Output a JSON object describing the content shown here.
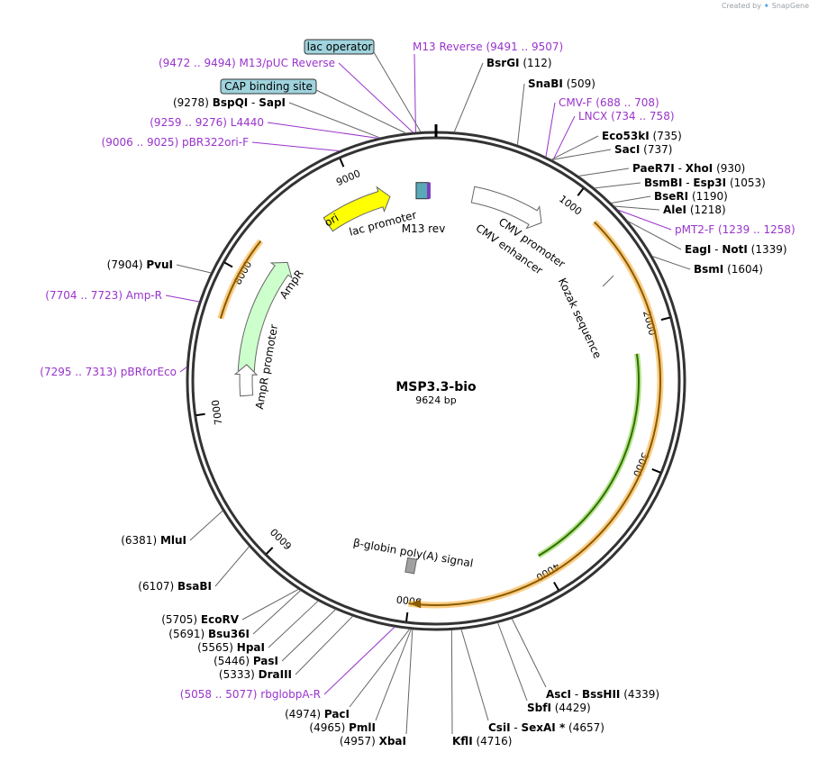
{
  "credit": {
    "prefix": "Created by",
    "brand": "SnapGene"
  },
  "plasmid": {
    "name": "MSP3.3-bio",
    "size_label": "9624 bp",
    "length": 9624
  },
  "ticks": [
    {
      "pos": 1000,
      "label": "1000"
    },
    {
      "pos": 2000,
      "label": "2000"
    },
    {
      "pos": 3000,
      "label": "3000"
    },
    {
      "pos": 4000,
      "label": "4000"
    },
    {
      "pos": 5000,
      "label": "5000"
    },
    {
      "pos": 6000,
      "label": "6000"
    },
    {
      "pos": 7000,
      "label": "7000"
    },
    {
      "pos": 8000,
      "label": "8000"
    },
    {
      "pos": 9000,
      "label": "9000"
    }
  ],
  "right_labels": [
    {
      "enzymes": [
        "BsrGI"
      ],
      "pos": "(112)",
      "site": 112
    },
    {
      "enzymes": [
        "SnaBI"
      ],
      "pos": "(509)",
      "site": 509
    },
    {
      "primer": true,
      "name": "CMV-F",
      "range": "(688 .. 708)",
      "site": 698
    },
    {
      "primer": true,
      "name": "LNCX",
      "range": "(734 .. 758)",
      "site": 746
    },
    {
      "enzymes": [
        "Eco53kI"
      ],
      "pos": "(735)",
      "site": 735
    },
    {
      "enzymes": [
        "SacI"
      ],
      "pos": "(737)",
      "site": 737
    },
    {
      "enzymes": [
        "PaeR7I",
        "XhoI"
      ],
      "pos": "(930)",
      "site": 930
    },
    {
      "enzymes": [
        "BsmBI",
        "Esp3I"
      ],
      "pos": "(1053)",
      "site": 1053
    },
    {
      "enzymes": [
        "BseRI"
      ],
      "pos": "(1190)",
      "site": 1190
    },
    {
      "enzymes": [
        "AleI"
      ],
      "pos": "(1218)",
      "site": 1218
    },
    {
      "primer": true,
      "name": "pMT2-F",
      "range": "(1239 .. 1258)",
      "site": 1248
    },
    {
      "enzymes": [
        "EagI",
        "NotI"
      ],
      "pos": "(1339)",
      "site": 1339
    },
    {
      "enzymes": [
        "BsmI"
      ],
      "pos": "(1604)",
      "site": 1604
    }
  ],
  "left_labels": [
    {
      "primer": true,
      "name": "M13/pUC Reverse",
      "range": "(9472 .. 9494)",
      "site": 9483
    },
    {
      "enzymes": [
        "BspQI",
        "SapI"
      ],
      "pos": "(9278)",
      "site": 9278
    },
    {
      "primer": true,
      "name": "L4440",
      "range": "(9259 .. 9276)",
      "site": 9267
    },
    {
      "primer": true,
      "name": "pBR322ori-F",
      "range": "(9006 .. 9025)",
      "site": 9015
    },
    {
      "enzymes": [
        "PvuI"
      ],
      "pos": "(7904)",
      "site": 7904
    },
    {
      "primer": true,
      "name": "Amp-R",
      "range": "(7704 .. 7723)",
      "site": 7713
    },
    {
      "primer": true,
      "name": "pBRforEco",
      "range": "(7295 .. 7313)",
      "site": 7304
    },
    {
      "enzymes": [
        "MluI"
      ],
      "pos": "(6381)",
      "site": 6381
    },
    {
      "enzymes": [
        "BsaBI"
      ],
      "pos": "(6107)",
      "site": 6107
    },
    {
      "enzymes": [
        "EcoRV"
      ],
      "pos": "(5705)",
      "site": 5705
    },
    {
      "enzymes": [
        "Bsu36I"
      ],
      "pos": "(5691)",
      "site": 5691
    },
    {
      "enzymes": [
        "HpaI"
      ],
      "pos": "(5565)",
      "site": 5565
    },
    {
      "enzymes": [
        "PasI"
      ],
      "pos": "(5446)",
      "site": 5446
    },
    {
      "enzymes": [
        "DraIII"
      ],
      "pos": "(5333)",
      "site": 5333
    },
    {
      "primer": true,
      "name": "rbglobpA-R",
      "range": "(5058 .. 5077)",
      "site": 5067
    }
  ],
  "bottom_labels": [
    {
      "enzymes": [
        "PacI"
      ],
      "pos": "(4974)",
      "site": 4974
    },
    {
      "enzymes": [
        "PmlI"
      ],
      "pos": "(4965)",
      "site": 4965
    },
    {
      "enzymes": [
        "XbaI"
      ],
      "pos": "(4957)",
      "site": 4957
    },
    {
      "enzymes": [
        "KflI"
      ],
      "pos": "(4716)",
      "site": 4716
    },
    {
      "enzymes": [
        "CsiI",
        "SexAI *"
      ],
      "pos": "(4657)",
      "site": 4657
    },
    {
      "enzymes": [
        "SbfI"
      ],
      "pos": "(4429)",
      "site": 4429
    },
    {
      "enzymes": [
        "AscI",
        "BssHII"
      ],
      "pos": "(4339)",
      "site": 4339
    }
  ],
  "top_labels": [
    {
      "boxed": true,
      "name": "lac operator",
      "site": 9530
    },
    {
      "primer": true,
      "name": "M13 Reverse",
      "range": "(9491 .. 9507)",
      "site": 9499
    },
    {
      "boxed": true,
      "name": "CAP binding site",
      "site": 9440
    }
  ],
  "features": [
    {
      "name": "ori",
      "color": "#ffff00"
    },
    {
      "name": "AmpR",
      "color": "#ccffcc"
    },
    {
      "name": "AmpR promoter",
      "color": "#ffffff"
    },
    {
      "name": "lac promoter",
      "color": "#ffffff"
    },
    {
      "name": "M13 rev",
      "color": "#ffffff"
    },
    {
      "name": "CMV promoter",
      "color": "#ffffff"
    },
    {
      "name": "CMV enhancer",
      "color": "#ffffff"
    },
    {
      "name": "Kozak sequence",
      "color": "#ffffff"
    },
    {
      "name": "β-globin poly(A) signal",
      "color": "#a0a0a0"
    }
  ],
  "colors": {
    "enzyme": "#000000",
    "primer": "#9933cc",
    "orf_outer": "#f5a623",
    "orf_green": "#66cc33",
    "box": "#9fd3dd",
    "line": "#666666"
  }
}
